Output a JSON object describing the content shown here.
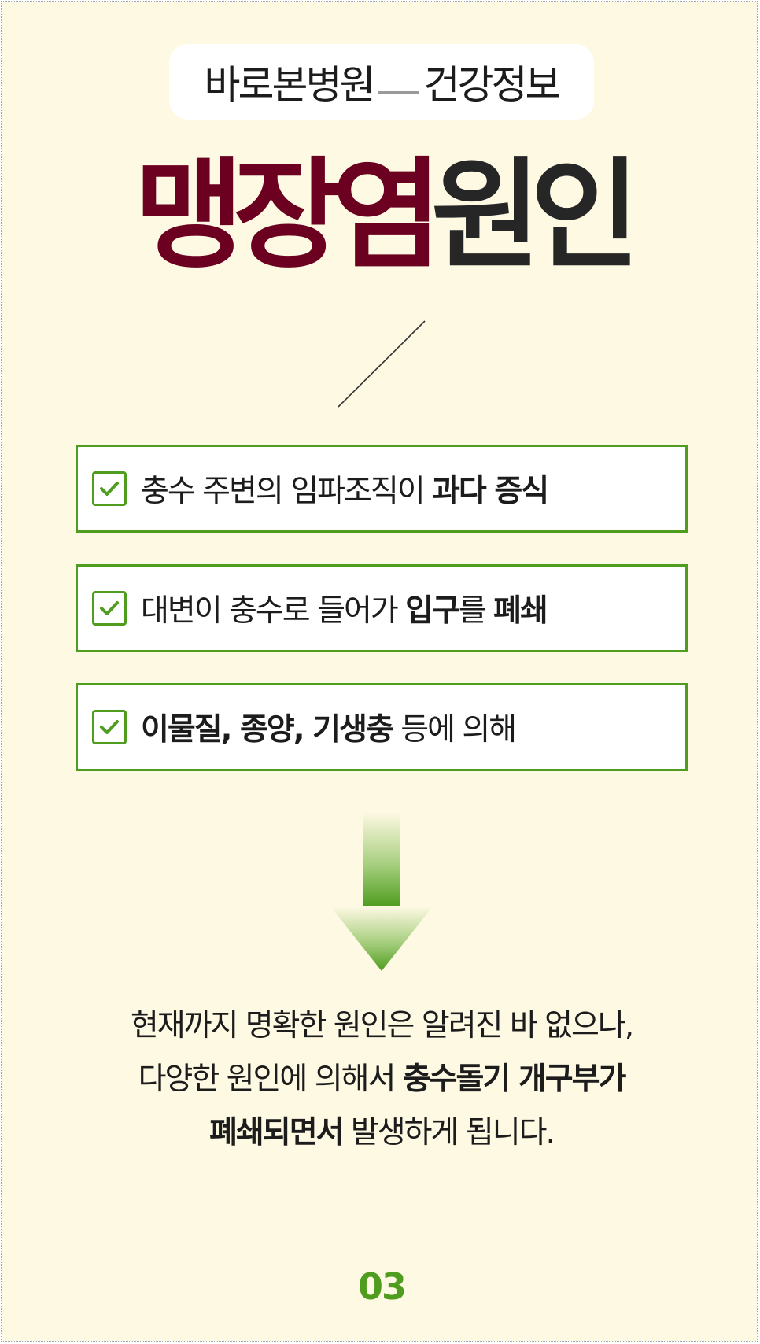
{
  "header": {
    "brand": "바로본병원",
    "topic": "건강정보"
  },
  "title": {
    "accent": "맹장염",
    "rest": "원인"
  },
  "causes": [
    {
      "normal_before": "충수 주변의 임파조직이 ",
      "bold": "과다 증식",
      "normal_after": ""
    },
    {
      "normal_before": "대변이 충수로 들어가 ",
      "bold": "입구",
      "normal_after": "를 ",
      "bold2": "폐쇄"
    },
    {
      "bold": "이물질, 종양, 기생충",
      "normal_after": " 등에 의해"
    }
  ],
  "conclusion": {
    "line1": "현재까지 명확한 원인은 알려진 바 없으나,",
    "line2_normal": "다양한 원인에 의해서 ",
    "line2_bold": "충수돌기 개구부가",
    "line3_bold": "폐쇄되면서",
    "line3_normal": " 발생하게 됩니다."
  },
  "page_number": "03",
  "colors": {
    "background": "#fef9e3",
    "accent_maroon": "#6b0020",
    "green": "#4f9d1f",
    "text": "#1c1c1c"
  },
  "icons": [
    "checkbox-icon",
    "down-arrow-icon",
    "divider-slash"
  ]
}
